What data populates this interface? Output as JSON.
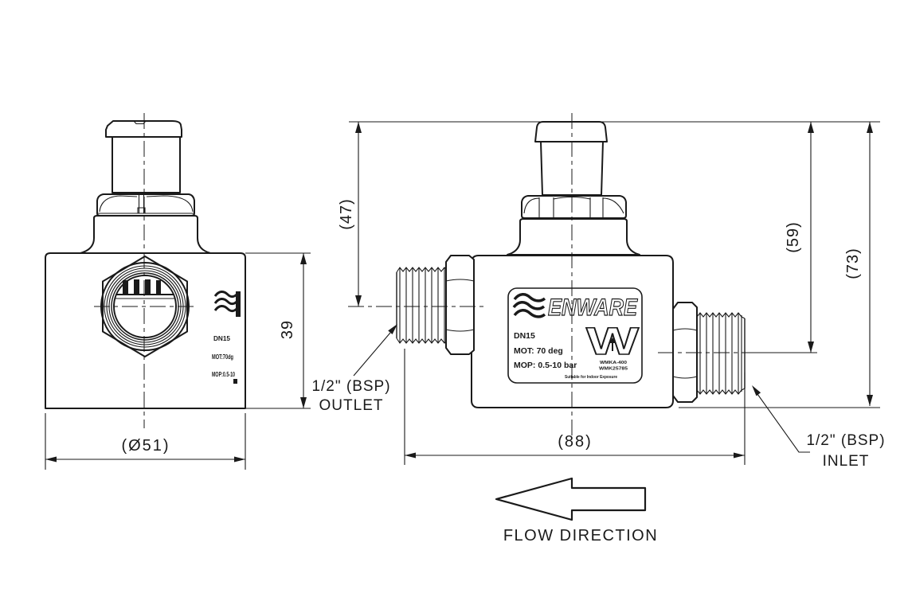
{
  "dims": {
    "front_height": "39",
    "front_width": "(Ø51)",
    "stem_to_outlet": "(47)",
    "stem_to_inlet": "(59)",
    "overall_height": "(73)",
    "overall_length": "(88)"
  },
  "callouts": {
    "outlet_size": "1/2\" (BSP)",
    "outlet": "OUTLET",
    "inlet_size": "1/2\" (BSP)",
    "inlet": "INLET",
    "flow": "FLOW DIRECTION"
  },
  "product_label": {
    "brand": "ENWARE",
    "spec_dn": "DN15",
    "spec_mot": "MOT: 70 deg",
    "spec_mop": "MOP: 0.5-10 bar",
    "watermark": "W",
    "cert_line1": "WMKA-400",
    "cert_line2": "WMK25785",
    "footnote": "Suitable for Indoor Exposure"
  },
  "edge_label": {
    "line1": "DN15",
    "line2": "MOT:70dg",
    "line3": "MOP:0.5-10"
  },
  "colors": {
    "line": "#1a1a1a",
    "background": "#ffffff"
  }
}
